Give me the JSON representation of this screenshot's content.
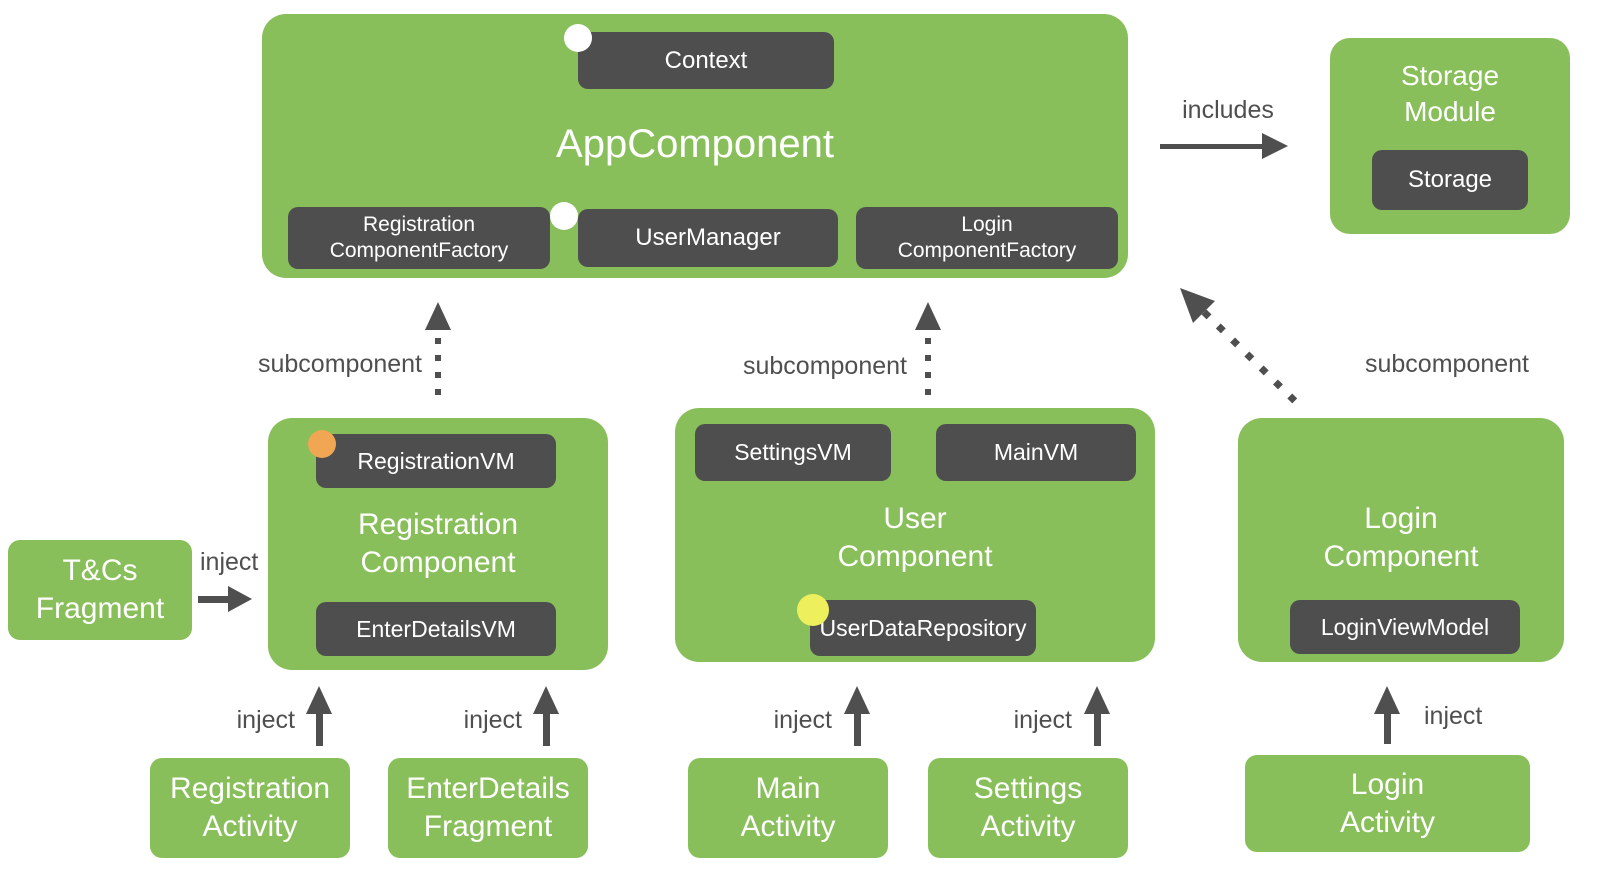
{
  "colors": {
    "box_green": "#88BF5A",
    "box_dark": "#4E4E4E",
    "edge_gray": "#4F4F4F",
    "text_white": "#FFFFFF",
    "dot_white": "#FFFFFF",
    "dot_orange": "#F0A653",
    "dot_yellow": "#EDF05C",
    "background": "#FFFFFF"
  },
  "app_component": {
    "title": "AppComponent",
    "context_label": "Context",
    "registration_factory_lines": [
      "Registration",
      "ComponentFactory"
    ],
    "user_manager_label": "UserManager",
    "login_factory_lines": [
      "Login",
      "ComponentFactory"
    ]
  },
  "storage_module": {
    "title_lines": [
      "Storage",
      "Module"
    ],
    "storage_label": "Storage"
  },
  "registration_component": {
    "title_lines": [
      "Registration",
      "Component"
    ],
    "registration_vm_label": "RegistrationVM",
    "enter_details_vm_label": "EnterDetailsVM"
  },
  "user_component": {
    "title_lines": [
      "User",
      "Component"
    ],
    "settings_vm_label": "SettingsVM",
    "main_vm_label": "MainVM",
    "user_data_repository_label": "UserDataRepository"
  },
  "login_component": {
    "title_lines": [
      "Login",
      "Component"
    ],
    "login_view_model_label": "LoginViewModel"
  },
  "tcs_fragment": {
    "title_lines": [
      "T&Cs",
      "Fragment"
    ]
  },
  "activities": {
    "registration_activity_lines": [
      "Registration",
      "Activity"
    ],
    "enter_details_fragment_lines": [
      "EnterDetails",
      "Fragment"
    ],
    "main_activity_lines": [
      "Main",
      "Activity"
    ],
    "settings_activity_lines": [
      "Settings",
      "Activity"
    ],
    "login_activity_lines": [
      "Login",
      "Activity"
    ]
  },
  "edges": {
    "includes_label": "includes",
    "subcomponent_left_label": "subcomponent",
    "subcomponent_middle_label": "subcomponent",
    "subcomponent_right_label": "subcomponent",
    "inject_tcs_label": "inject",
    "inject_registration_activity_label": "inject",
    "inject_enter_details_fragment_label": "inject",
    "inject_main_activity_label": "inject",
    "inject_settings_activity_label": "inject",
    "inject_login_activity_label": "inject"
  }
}
